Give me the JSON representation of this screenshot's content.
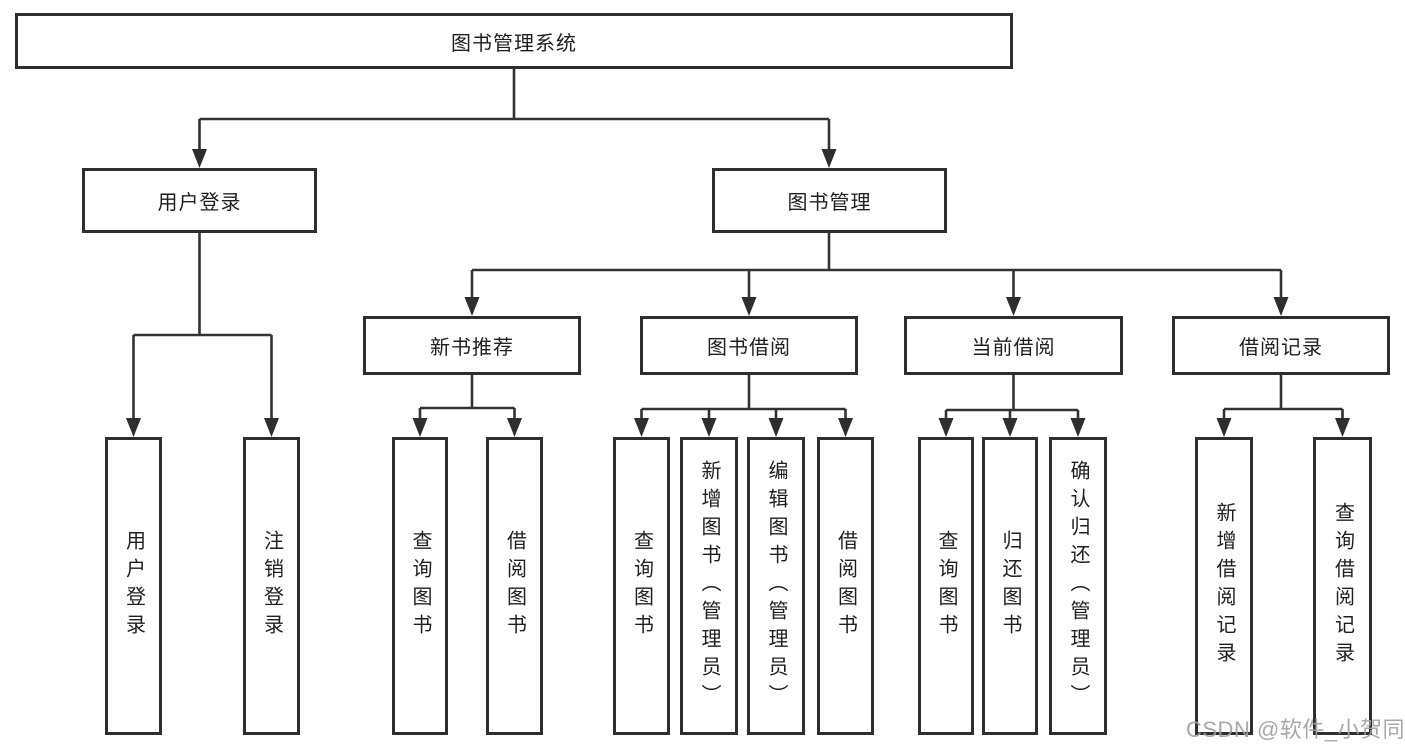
{
  "tree": {
    "label": "图书管理系统",
    "children": [
      {
        "label": "用户登录",
        "children": [
          {
            "label": "用户登录"
          },
          {
            "label": "注销登录"
          }
        ]
      },
      {
        "label": "图书管理",
        "children": [
          {
            "label": "新书推荐",
            "children": [
              {
                "label": "查询图书"
              },
              {
                "label": "借阅图书"
              }
            ]
          },
          {
            "label": "图书借阅",
            "children": [
              {
                "label": "查询图书"
              },
              {
                "label": "新增图书（管理员）"
              },
              {
                "label": "编辑图书（管理员）"
              },
              {
                "label": "借阅图书"
              }
            ]
          },
          {
            "label": "当前借阅",
            "children": [
              {
                "label": "查询图书"
              },
              {
                "label": "归还图书"
              },
              {
                "label": "确认归还（管理员）"
              }
            ]
          },
          {
            "label": "借阅记录",
            "children": [
              {
                "label": "新增借阅记录"
              },
              {
                "label": "查询借阅记录"
              }
            ]
          }
        ]
      }
    ]
  },
  "watermark": {
    "text": "CSDN @软件_小贺同学"
  },
  "colors": {
    "line": "#333333",
    "box_border": "#2e2e2e",
    "text": "#1f1f1f",
    "watermark": "#a0a0a0",
    "background": "#ffffff"
  }
}
